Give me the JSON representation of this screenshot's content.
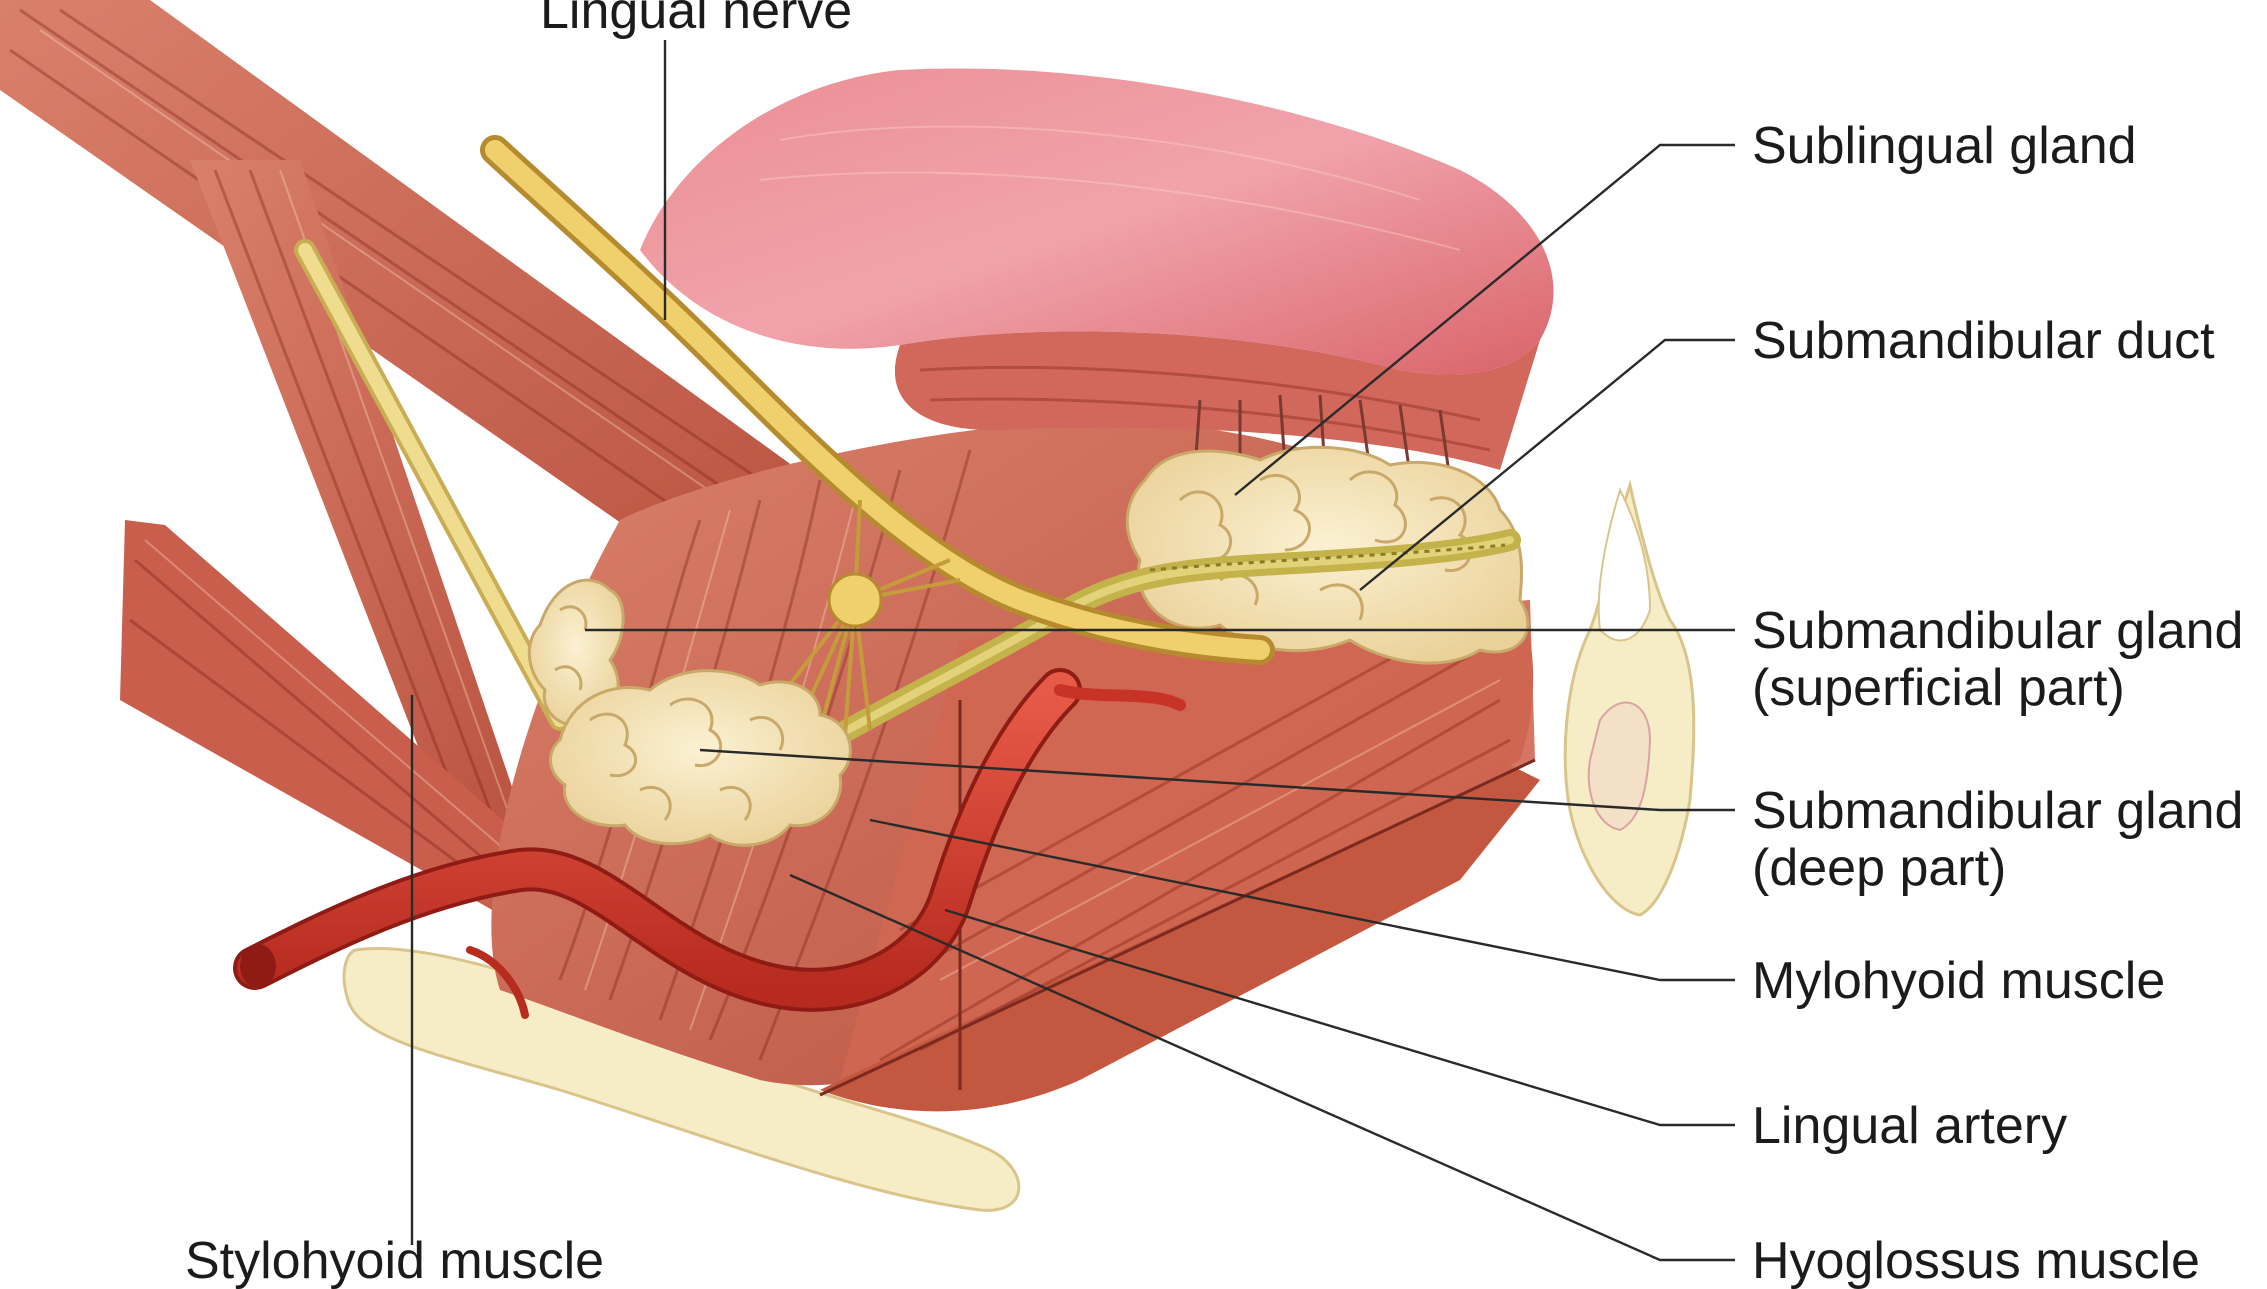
{
  "labels": {
    "lingual_nerve": "Lingual nerve",
    "sublingual_gland": "Sublingual gland",
    "submandibular_duct": "Submandibular duct",
    "submandibular_gland_superficial_1": "Submandibular gland",
    "submandibular_gland_superficial_2": "(superficial part)",
    "submandibular_gland_deep_1": "Submandibular gland",
    "submandibular_gland_deep_2": "(deep part)",
    "mylohyoid_muscle": "Mylohyoid muscle",
    "lingual_artery": "Lingual artery",
    "hyoglossus_muscle": "Hyoglossus muscle",
    "stylohyoid_muscle": "Stylohyoid muscle"
  },
  "colors": {
    "muscle": "#cf6a55",
    "muscle_dark": "#a94434",
    "tongue": "#e07b7e",
    "tongue_highlight": "#f3b2b8",
    "nerve": "#e9c25a",
    "gland": "#f4e3b4",
    "gland_outline": "#c9a96a",
    "artery": "#d63c2e",
    "bone": "#f6ecc6",
    "duct": "#c4b24a"
  }
}
